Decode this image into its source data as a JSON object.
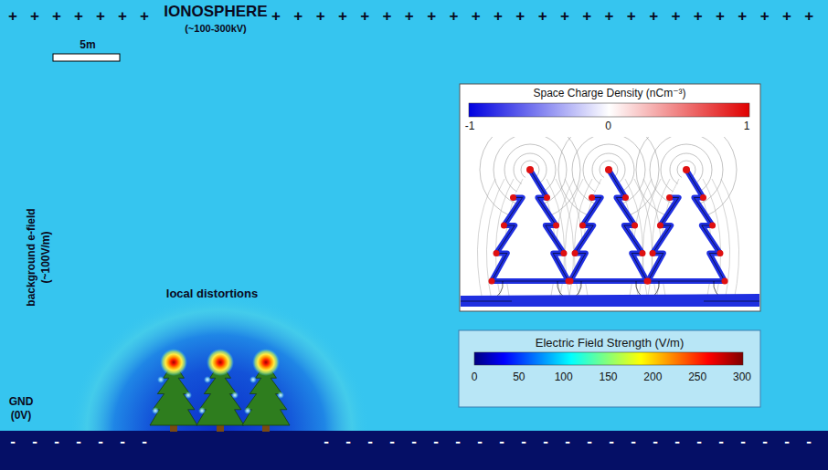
{
  "diagram": {
    "nodes": [
      {
        "text": [
          "Space Charge Density (nCm⁻³)",
          "-1",
          "0",
          "1"
        ]
      },
      {
        "text": [
          "Electric Field Strength (V/m)",
          "0",
          "50",
          "100",
          "150",
          "200",
          "250",
          "300"
        ]
      }
    ],
    "labels": [
      "+",
      "+",
      "+",
      "+",
      "+",
      "+",
      "+",
      "IONOSPHERE",
      "(~100-300kV)",
      "+",
      "+",
      "+",
      "+",
      "+",
      "+",
      "+",
      "+",
      "+",
      "+",
      "+",
      "+",
      "+",
      "+",
      "+",
      "+",
      "+",
      "+",
      "+",
      "+",
      "+",
      "+",
      "+",
      "+",
      "+",
      "5m",
      "background e-field",
      "(~100V/m)",
      "local distortions",
      "GND",
      "(0V)",
      "-",
      "-",
      "-",
      "-",
      "-",
      "-",
      "-",
      "-",
      "-",
      "-",
      "-",
      "-",
      "-",
      "-",
      "-",
      "-",
      "-",
      "-",
      "-",
      "-",
      "-",
      "-",
      "-",
      "-",
      "-",
      "-",
      "-",
      "-",
      "-",
      "-"
    ]
  }
}
